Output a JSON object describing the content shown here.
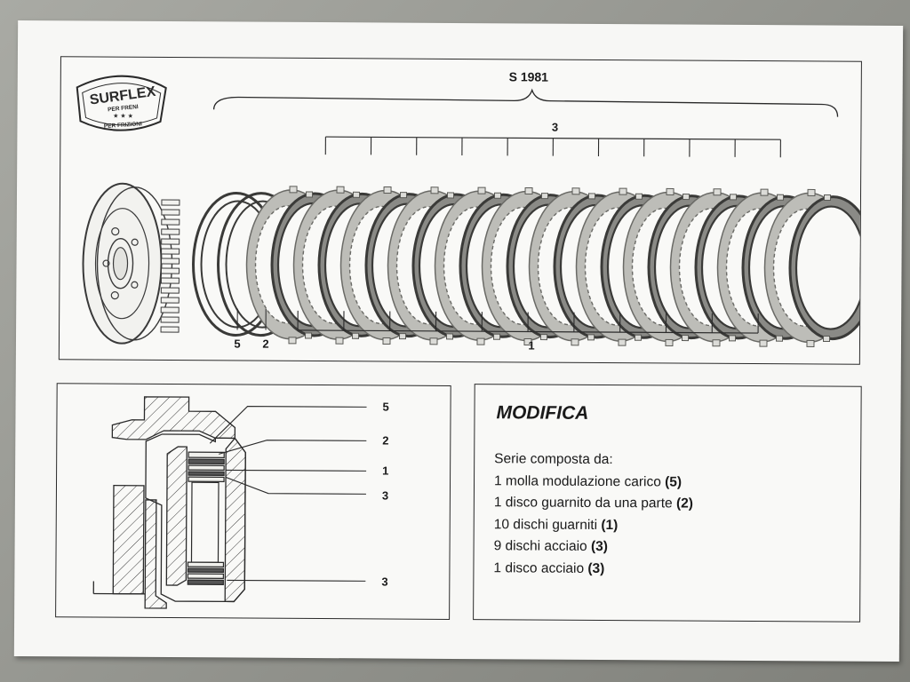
{
  "brand": {
    "logo_text": "SURFLEX",
    "logo_subtitle_top": "PER FRENI",
    "logo_subtitle_bottom": "PER FRIZIONI",
    "logo_stars": "★ ★ ★"
  },
  "top_diagram": {
    "set_code": "S 1981",
    "label_steel": "3",
    "label_friction": "1",
    "label_spring": "5",
    "label_single_side": "2"
  },
  "section_diagram": {
    "callouts": [
      "5",
      "2",
      "1",
      "3",
      "3"
    ]
  },
  "modifica": {
    "title": "MODIFICA",
    "intro": "Serie composta da:",
    "items": [
      {
        "text": "1 molla modulazione carico",
        "ref": "(5)"
      },
      {
        "text": "1 disco guarnito da una parte",
        "ref": "(2)"
      },
      {
        "text": "10 dischi guarniti",
        "ref": "(1)"
      },
      {
        "text": "9 dischi acciaio",
        "ref": "(3)"
      },
      {
        "text": "1 disco acciaio",
        "ref": "(3)"
      }
    ]
  },
  "colors": {
    "ink": "#2a2a2a",
    "friction_disc": "#3a3a38",
    "steel_disc": "#8e8e8a",
    "paper": "#f7f7f5"
  }
}
